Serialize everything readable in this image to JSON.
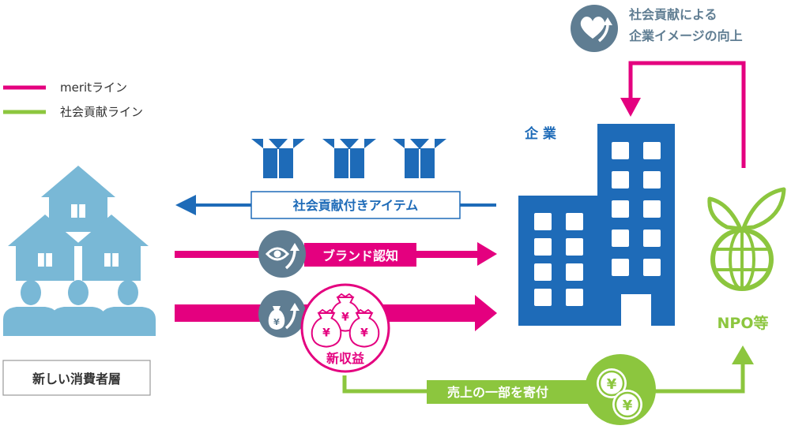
{
  "legend": {
    "merit_label": "meritライン",
    "social_label": "社会貢献ライン"
  },
  "consumers": {
    "label": "新しい消費者層"
  },
  "flows": {
    "item_label": "社会貢献付きアイテム",
    "brand_label": "ブランド認知",
    "revenue_label": "新収益",
    "donation_label": "売上の一部を寄付"
  },
  "company": {
    "label": "企 業"
  },
  "npo": {
    "label": "NPO等"
  },
  "feedback": {
    "line1": "社会貢献による",
    "line2": "企業イメージの向上"
  },
  "colors": {
    "merit": "#e4007f",
    "social": "#8cc63e",
    "blue": "#1e6bb8",
    "light_blue": "#79b8d6",
    "slate": "#5f7d92",
    "text": "#333333"
  },
  "icons": [
    "heart-arrow-icon",
    "eye-arrow-icon",
    "money-bag-arrow-icon",
    "money-bags-icon",
    "yen-coins-icon",
    "npo-plant-globe-icon",
    "house-icon",
    "person-icon",
    "box-icon",
    "office-building-icon"
  ]
}
